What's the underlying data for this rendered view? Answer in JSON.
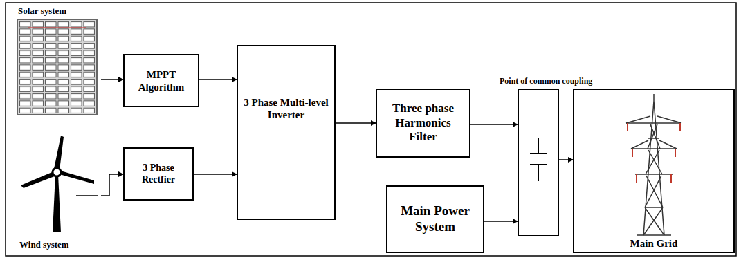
{
  "diagram": {
    "nodes": [
      {
        "text": [
          "Solar system"
        ]
      },
      {
        "text": [
          "MPPT Algorithm"
        ]
      },
      {
        "text": [
          "Wind system"
        ]
      },
      {
        "text": [
          "3 Phase Rectfier"
        ]
      },
      {
        "text": [
          "3 Phase Multi-level Inverter"
        ]
      },
      {
        "text": [
          "Three phase Harmonics Filter"
        ]
      },
      {
        "text": [
          "Main Power System"
        ]
      },
      {
        "text": [
          "Point of common coupling"
        ]
      },
      {
        "text": [
          "Main Grid"
        ]
      }
    ],
    "edges": [
      {
        "from": 0,
        "to": 1,
        "arrow": "to"
      },
      {
        "from": 1,
        "to": 4,
        "arrow": "to"
      },
      {
        "from": 2,
        "to": 3,
        "arrow": "to"
      },
      {
        "from": 3,
        "to": 4,
        "arrow": "to"
      },
      {
        "from": 4,
        "to": 5,
        "arrow": "to"
      },
      {
        "from": 5,
        "to": 7,
        "arrow": "to"
      },
      {
        "from": 6,
        "to": 7,
        "arrow": "to"
      },
      {
        "from": 7,
        "to": 8,
        "arrow": "to"
      }
    ]
  }
}
